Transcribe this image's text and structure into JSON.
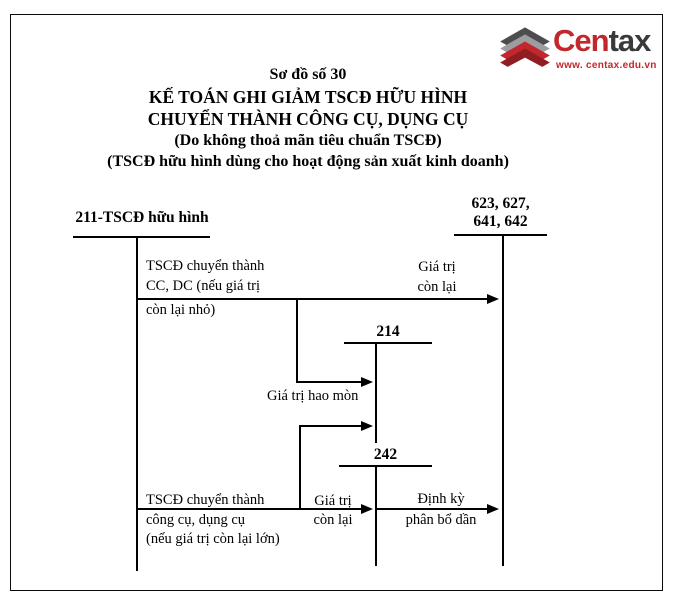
{
  "header": {
    "title_lines": [
      "Sơ đồ số 30",
      "KẾ TOÁN GHI GIẢM TSCĐ HỮU HÌNH",
      "CHUYỂN THÀNH CÔNG CỤ, DỤNG CỤ",
      "(Do không thoả mãn tiêu chuẩn TSCĐ)",
      "(TSCĐ hữu hình dùng cho hoạt động sản xuất kinh doanh)"
    ]
  },
  "logo": {
    "brand_part_red": "Cen",
    "brand_part_dark": "tax",
    "website": "www. centax.edu.vn",
    "colors": {
      "red": "#c1272d",
      "dark_red": "#8f1d21",
      "gray_dark": "#4d4d4f",
      "gray_light": "#9b9da0",
      "text_dark": "#3a3a3c"
    }
  },
  "accounts": {
    "a211": {
      "label": "211-TSCĐ hữu hình"
    },
    "a623": {
      "line1": "623, 627,",
      "line2": "641, 642"
    },
    "a214": {
      "label": "214"
    },
    "a242": {
      "label": "242"
    }
  },
  "flow_labels": {
    "top_left_1": "TSCĐ chuyển thành",
    "top_left_2": "CC, DC (nếu giá trị",
    "top_left_3": "còn lại nhỏ)",
    "top_right_1": "Giá trị",
    "top_right_2": "còn lại",
    "mid_depreciation": "Giá trị hao mòn",
    "bottom_left_1": "TSCĐ chuyển thành",
    "bottom_left_2": "công cụ, dụng cụ",
    "bottom_left_3": "(nếu giá trị còn lại lớn)",
    "bottom_mid_1": "Giá trị",
    "bottom_mid_2": "còn lại",
    "bottom_right_1": "Định kỳ",
    "bottom_right_2": "phân bổ dần"
  }
}
